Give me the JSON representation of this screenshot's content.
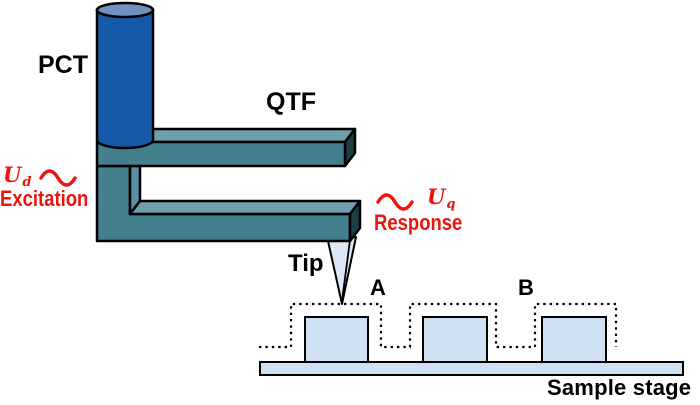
{
  "labels": {
    "pct": "PCT",
    "qtf": "QTF",
    "tip": "Tip",
    "step_a": "A",
    "step_b": "B",
    "sample_stage": "Sample stage"
  },
  "signals": {
    "excitation": {
      "symbol": "U",
      "subscript": "d",
      "caption": "Excitation",
      "icon": "sine-wave-icon"
    },
    "response": {
      "symbol": "U",
      "subscript": "q",
      "caption": "Response",
      "icon": "sine-wave-icon"
    }
  },
  "colors": {
    "background": "#ffffff",
    "signal_red": "#e9150f",
    "fork_front": "#437f8c",
    "fork_top": "#6f9fab",
    "fork_side": "#58919d",
    "fork_end": "#1c3e46",
    "cylinder_body": "#1659a9",
    "cylinder_top": "#7191c1",
    "sample_fill": "#cfe0f2",
    "tip_fill": "#dbe8f6",
    "outline": "#000000"
  }
}
